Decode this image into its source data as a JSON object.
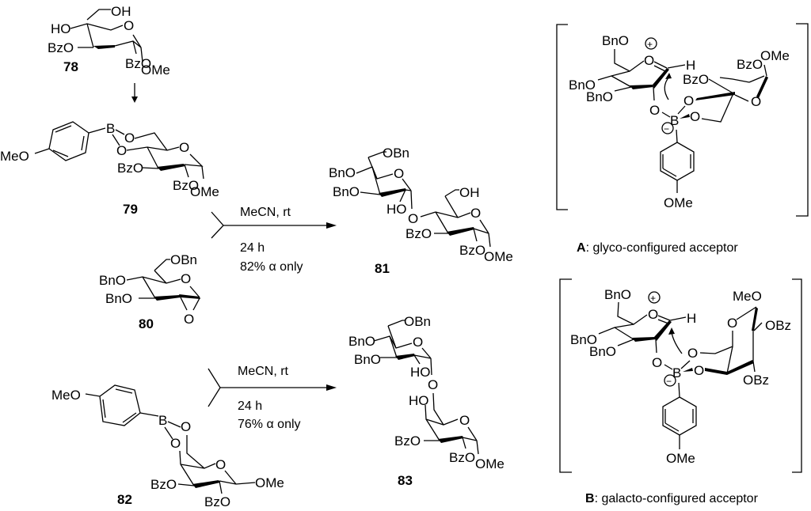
{
  "compounds": {
    "c78": {
      "number": "78",
      "labels": {
        "oh6": "OH",
        "ho4": "HO",
        "bzo3": "BzO",
        "bzo2": "BzO",
        "ome": "OMe",
        "ring_o": "O"
      }
    },
    "c79": {
      "number": "79",
      "labels": {
        "meo": "MeO",
        "b": "B",
        "o6": "O",
        "o4": "O",
        "bzo3": "BzO",
        "bzo2": "BzO",
        "ome": "OMe",
        "ring_o": "O"
      }
    },
    "c80": {
      "number": "80",
      "labels": {
        "obn6": "OBn",
        "bno4": "BnO",
        "bno3": "BnO",
        "ring_o": "O",
        "epox_o": "O"
      }
    },
    "c81": {
      "number": "81",
      "labels": {
        "obn6": "OBn",
        "bno4": "BnO",
        "bno3": "BnO",
        "ring_o": "O",
        "ho2": "HO",
        "link_o": "O",
        "oh6": "OH",
        "ring_o2": "O",
        "bzo3": "BzO",
        "bzo2": "BzO",
        "ome": "OMe"
      }
    },
    "c82": {
      "number": "82",
      "labels": {
        "meo": "MeO",
        "b": "B",
        "o6": "O",
        "o4": "O",
        "bzo3": "BzO",
        "bzo2": "BzO",
        "ome": "OMe",
        "ring_o": "O"
      }
    },
    "c83": {
      "number": "83",
      "labels": {
        "obn6": "OBn",
        "bno4": "BnO",
        "bno3": "BnO",
        "ring_o": "O",
        "ho2": "HO",
        "link_o": "O",
        "ho4": "HO",
        "ring_o2": "O",
        "bzo3": "BzO",
        "bzo2": "BzO",
        "ome": "OMe"
      }
    }
  },
  "reactions": [
    {
      "conditions_top": "MeCN, rt",
      "conditions_time": "24 h",
      "conditions_yield": "82% α only"
    },
    {
      "conditions_top": "MeCN, rt",
      "conditions_time": "24 h",
      "conditions_yield": "76% α only"
    }
  ],
  "intermediates": {
    "A": {
      "letter": "A",
      "caption": ": glyco-configured acceptor",
      "labels": {
        "bno6": "BnO",
        "plus": "+",
        "oxo": "O",
        "h": "H",
        "bno4": "BnO",
        "bno3": "BnO",
        "o2": "O",
        "b": "B",
        "minus": "−",
        "o_b": "O",
        "o4": "O",
        "bzo3": "BzO",
        "bzo2": "BzO",
        "ome": "OMe",
        "ring_o": "O",
        "ome_ar": "OMe"
      }
    },
    "B": {
      "letter": "B",
      "caption": ": galacto-configured acceptor",
      "labels": {
        "bno6": "BnO",
        "plus": "+",
        "oxo": "O",
        "h": "H",
        "bno4": "BnO",
        "bno3": "BnO",
        "o2": "O",
        "b": "B",
        "minus": "−",
        "o_b": "O",
        "o6": "O",
        "ring_o": "O",
        "meo": "MeO",
        "obz2": "OBz",
        "obz3": "OBz",
        "ome_ar": "OMe"
      }
    }
  }
}
